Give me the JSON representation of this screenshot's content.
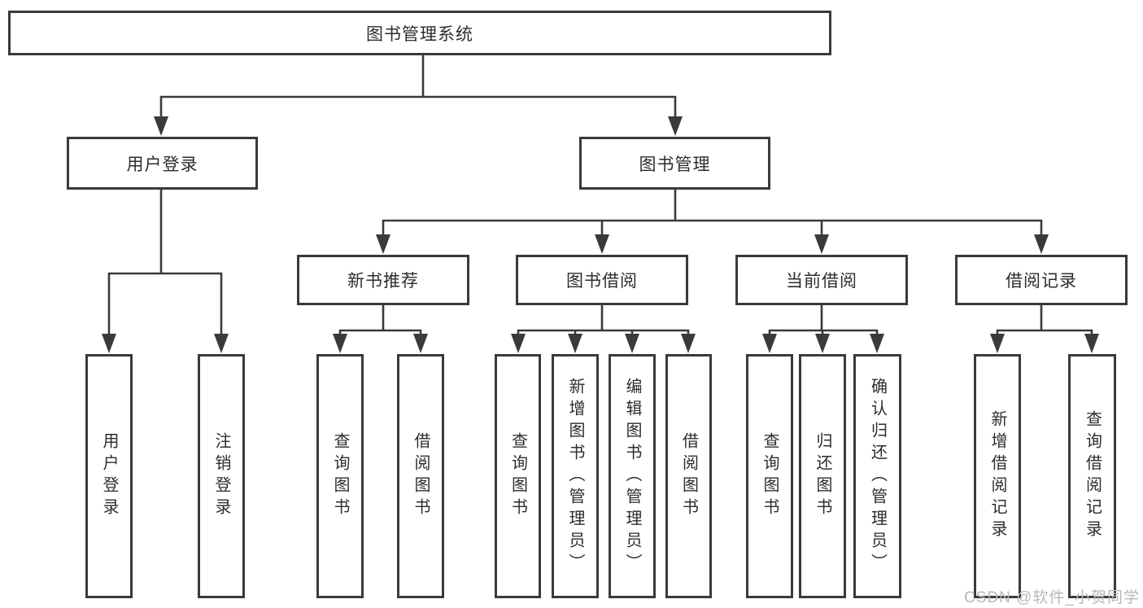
{
  "diagram": {
    "root": "图书管理系统",
    "level2": {
      "user_login": "用户登录",
      "book_management": "图书管理"
    },
    "level3": {
      "new_book_recommend": "新书推荐",
      "book_borrowing": "图书借阅",
      "current_borrowing": "当前借阅",
      "borrowing_records": "借阅记录"
    },
    "leaves": {
      "user_login": [
        "用户登录",
        "注销登录"
      ],
      "new_book_recommend": [
        "查询图书",
        "借阅图书"
      ],
      "book_borrowing": [
        "查询图书",
        "新增图书（管理员）",
        "编辑图书（管理员）",
        "借阅图书"
      ],
      "current_borrowing": [
        "查询图书",
        "归还图书",
        "确认归还（管理员）"
      ],
      "borrowing_records": [
        "新增借阅记录",
        "查询借阅记录"
      ]
    }
  },
  "watermark": {
    "text": "CSDN @软件_小贺同学"
  },
  "colors": {
    "line": "#3a3a3c",
    "text": "#2d2d2d",
    "watermark": "#b9b9b9",
    "background": "#ffffff"
  }
}
